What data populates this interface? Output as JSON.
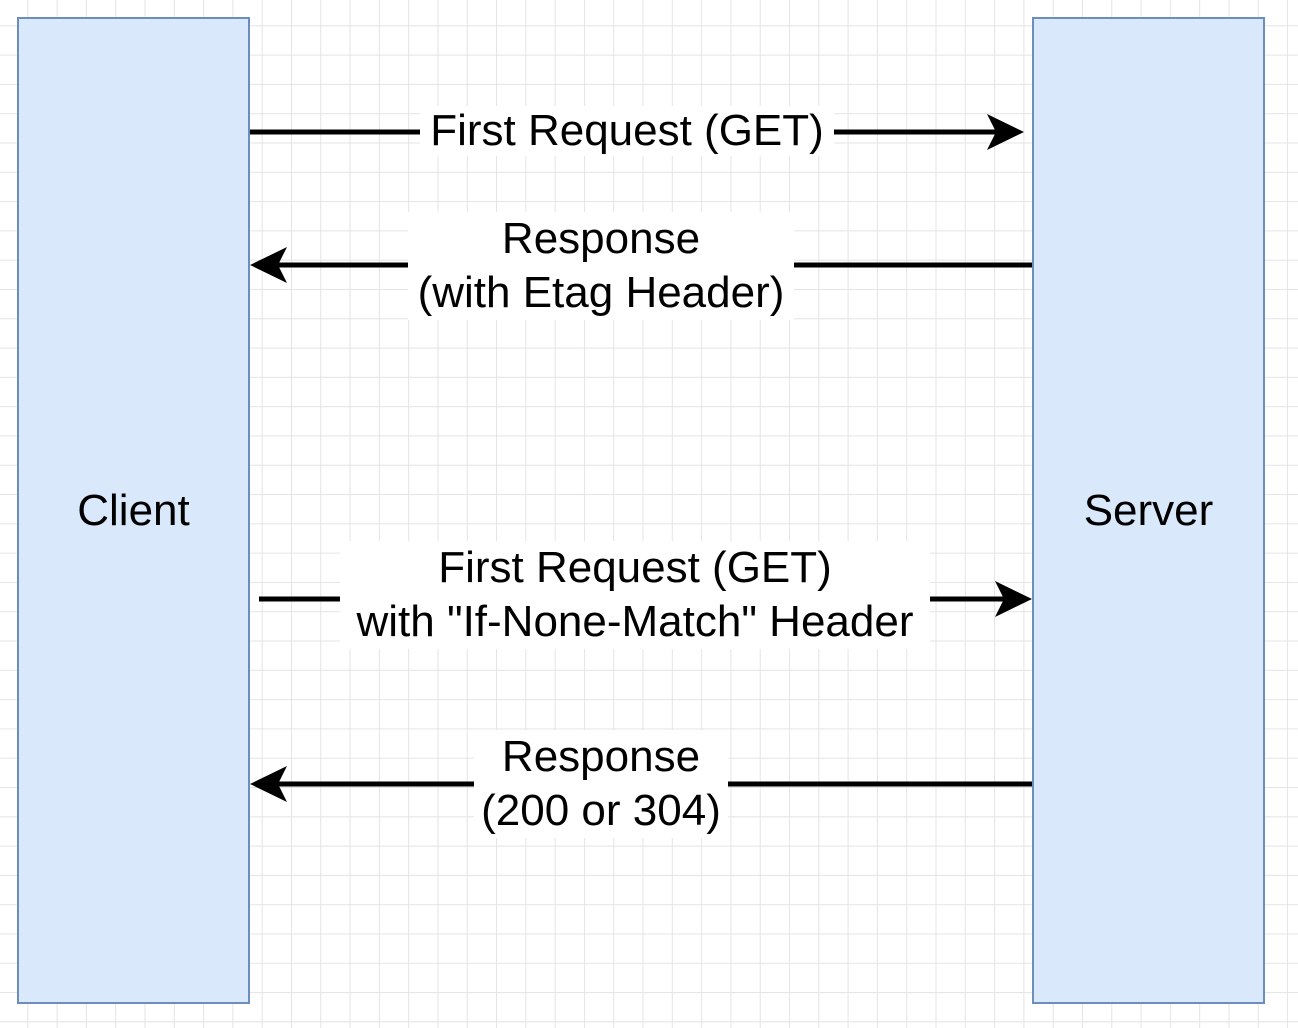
{
  "diagram": {
    "participants": {
      "client": "Client",
      "server": "Server"
    },
    "messages": [
      {
        "from": "client",
        "to": "server",
        "lines": [
          "First Request (GET)"
        ]
      },
      {
        "from": "server",
        "to": "client",
        "lines": [
          "Response",
          "(with Etag Header)"
        ]
      },
      {
        "from": "client",
        "to": "server",
        "lines": [
          "First Request (GET)",
          "with \"If-None-Match\" Header"
        ]
      },
      {
        "from": "server",
        "to": "client",
        "lines": [
          "Response",
          "(200 or 304)"
        ]
      }
    ],
    "colors": {
      "box_fill": "#dae8fc",
      "box_border": "#6c8ebf",
      "arrow": "#000000",
      "grid": "#e4e4e4"
    }
  }
}
